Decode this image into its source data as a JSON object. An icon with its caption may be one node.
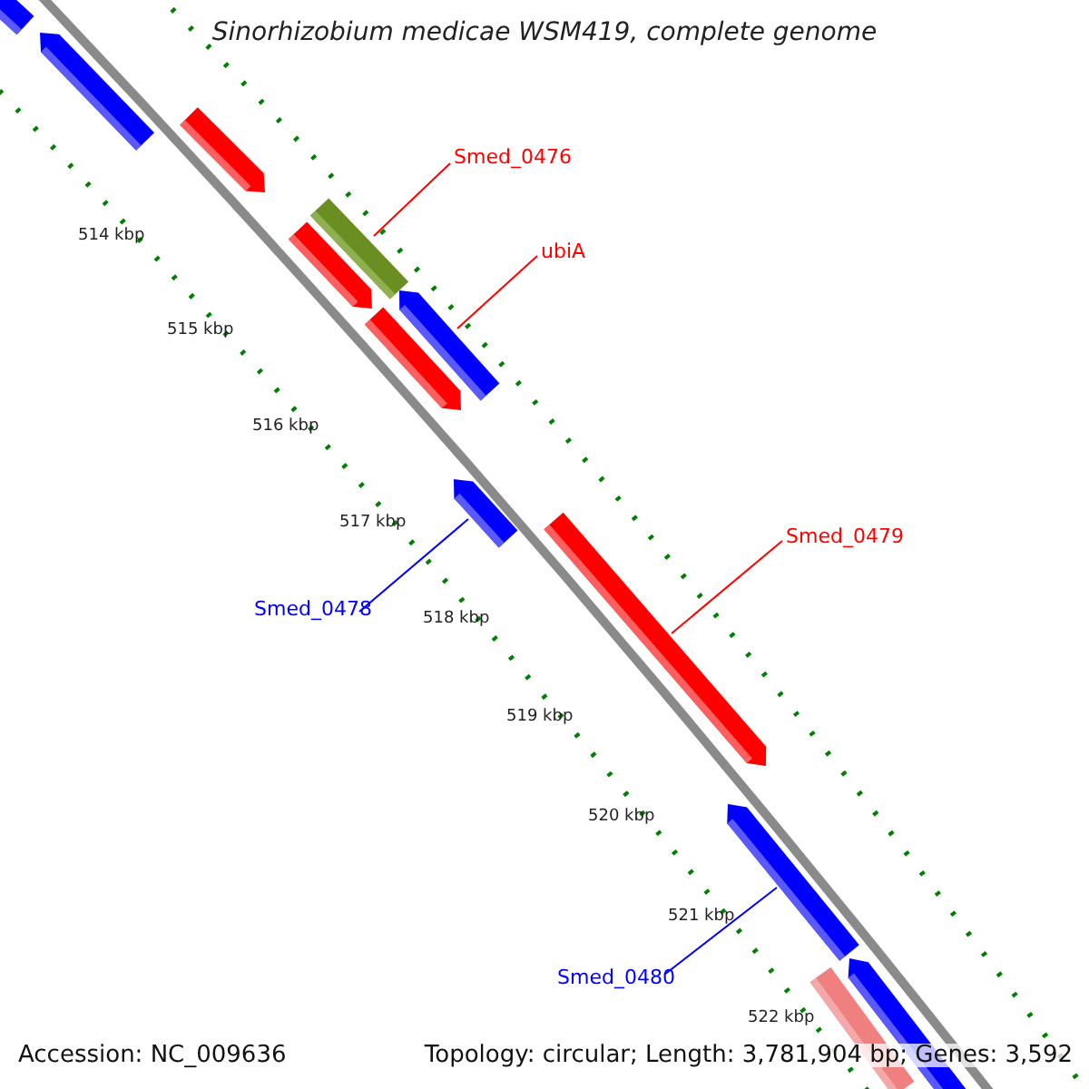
{
  "diagram": {
    "title": "Sinorhizobium medicae WSM419, complete genome",
    "nodes": [
      {
        "text": [
          "Smed_0476"
        ]
      },
      {
        "text": [
          "ubiA"
        ]
      },
      {
        "text": [
          "Smed_0479"
        ]
      },
      {
        "text": [
          "Smed_0478"
        ]
      },
      {
        "text": [
          "Smed_0480"
        ]
      },
      {
        "text": [],
        "shape": "bar"
      },
      {
        "text": [],
        "shape": "bar"
      },
      {
        "text": [],
        "shape": "bar"
      },
      {
        "text": [],
        "shape": "bar"
      },
      {
        "text": [],
        "shape": "bar"
      },
      {
        "text": [],
        "shape": "bar"
      },
      {
        "text": [],
        "shape": "bar"
      },
      {
        "text": [],
        "shape": "bar"
      },
      {
        "text": [],
        "shape": "bar"
      },
      {
        "text": [],
        "shape": "bar"
      },
      {
        "text": [],
        "shape": "bar"
      },
      {
        "text": [],
        "shape": "bar"
      }
    ],
    "edges": [
      {
        "from": 0,
        "to": 8,
        "arrow": "none"
      },
      {
        "from": 1,
        "to": 10,
        "arrow": "none"
      },
      {
        "from": 2,
        "to": 13,
        "arrow": "none"
      },
      {
        "from": 3,
        "to": 12,
        "arrow": "none",
        "color": "#0000ff"
      },
      {
        "from": 4,
        "to": 14,
        "arrow": "none",
        "color": "#0000ff"
      }
    ],
    "labels": [
      "514 kbp",
      "515 kbp",
      "516 kbp",
      "517 kbp",
      "518 kbp",
      "519 kbp",
      "520 kbp",
      "521 kbp",
      "522 kbp",
      "Accession: NC_009636",
      "Topology: circular; Length: 3,781,904 bp; Genes: 3,592"
    ]
  }
}
